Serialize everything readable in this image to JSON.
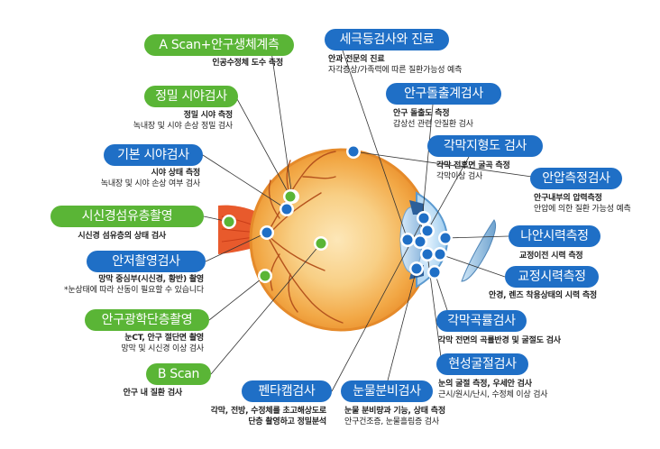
{
  "colors": {
    "green": "#5ab536",
    "blue": "#1f6fc6",
    "eye_orange": "#f0a13a",
    "eye_inner": "#f8d79a",
    "nerve": "#e0552a",
    "line": "#333333"
  },
  "labels": [
    {
      "id": "ascan-biometry",
      "title": "A Scan+안구생체계측",
      "color": "green",
      "line1": "인공수정체 도수 측정",
      "line2": ""
    },
    {
      "id": "precise-visual-field",
      "title": "정밀 시야검사",
      "color": "green",
      "line1": "정밀 시야 측정",
      "line2": "녹내장 및 시야 손상 정밀 검사"
    },
    {
      "id": "basic-visual-field",
      "title": "기본 시야검사",
      "color": "blue",
      "line1": "시야 상태 측정",
      "line2": "녹내장 및 시야 손상 여부 검사"
    },
    {
      "id": "rnfl-photo",
      "title": "시신경섬유층촬영",
      "color": "green",
      "line1": "시신경 섬유층의 상태 검사",
      "line2": ""
    },
    {
      "id": "fundus-photo",
      "title": "안저촬영검사",
      "color": "blue",
      "line1": "망막 중심부(시신경, 황반) 촬영",
      "line2": "*눈상태에 따라 산동이 필요할 수 있습니다"
    },
    {
      "id": "oct",
      "title": "안구광학단층촬영",
      "color": "green",
      "line1": "눈CT, 안구 절단면 촬영",
      "line2": "망막 및 시신경 이상 검사"
    },
    {
      "id": "bscan",
      "title": "B Scan",
      "color": "green",
      "line1": "안구 내 질환 검사",
      "line2": ""
    },
    {
      "id": "pentacam",
      "title": "펜타캠검사",
      "color": "blue",
      "line1": "각막, 전방, 수정체를 초고해상도로",
      "line2": "단층 촬영하고 정밀분석"
    },
    {
      "id": "slit-lamp",
      "title": "세극등검사와 진료",
      "color": "blue",
      "line1": "안과 전문의 진료",
      "line2": "자각증상/가족력에 따른 질환가능성 예측"
    },
    {
      "id": "exophthalmometry",
      "title": "안구돌출계검사",
      "color": "blue",
      "line1": "안구 돌출도 측정",
      "line2": "갑상선 관련 안질환 검사"
    },
    {
      "id": "corneal-topography",
      "title": "각막지형도 검사",
      "color": "blue",
      "line1": "각막 전후면 굴곡 측정",
      "line2": "각막이상 검사"
    },
    {
      "id": "iop",
      "title": "안압측정검사",
      "color": "blue",
      "line1": "안구내부의 압력측정",
      "line2": "안압에 의한 질환 가능성 예측"
    },
    {
      "id": "uncorrected-va",
      "title": "나안시력측정",
      "color": "blue",
      "line1": "교정이전 시력 측정",
      "line2": ""
    },
    {
      "id": "corrected-va",
      "title": "교정시력측정",
      "color": "blue",
      "line1": "안경, 렌즈 착용상태의 시력 측정",
      "line2": ""
    },
    {
      "id": "keratometry",
      "title": "각막곡률검사",
      "color": "blue",
      "line1": "각막 전면의 곡률반경 및 굴절도 검사",
      "line2": ""
    },
    {
      "id": "refraction",
      "title": "현성굴절검사",
      "color": "blue",
      "line1": "눈의 굴절 측정, 우세안 검사",
      "line2": "근시/원시/난시, 수정체 이상 검사"
    },
    {
      "id": "tear-test",
      "title": "눈물분비검사",
      "color": "blue",
      "line1": "눈물 분비량과 기능, 상태 측정",
      "line2": "안구건조증, 눈물흘림증 검사"
    }
  ]
}
